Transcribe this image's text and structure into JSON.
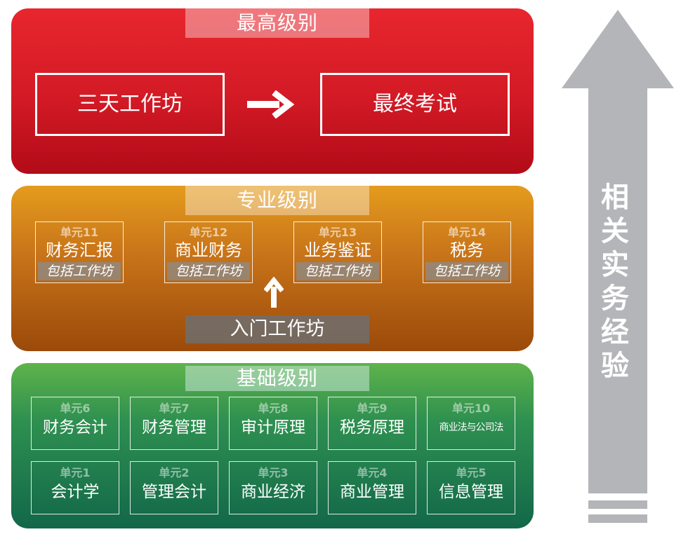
{
  "top": {
    "title": "最高级别",
    "workshop": "三天工作坊",
    "exam": "最终考试"
  },
  "mid": {
    "title": "专业级别",
    "modules": [
      {
        "unit": "单元11",
        "name": "财务汇报",
        "sub": "包括工作坊"
      },
      {
        "unit": "单元12",
        "name": "商业财务",
        "sub": "包括工作坊"
      },
      {
        "unit": "单元13",
        "name": "业务鉴证",
        "sub": "包括工作坊"
      },
      {
        "unit": "单元14",
        "name": "税务",
        "sub": "包括工作坊"
      }
    ],
    "entry": "入门工作坊"
  },
  "base": {
    "title": "基础级别",
    "row1": [
      {
        "unit": "单元6",
        "name": "财务会计"
      },
      {
        "unit": "单元7",
        "name": "财务管理"
      },
      {
        "unit": "单元8",
        "name": "审计原理"
      },
      {
        "unit": "单元9",
        "name": "税务原理"
      },
      {
        "unit": "单元10",
        "name": "商业法与公司法"
      }
    ],
    "row2": [
      {
        "unit": "单元1",
        "name": "会计学"
      },
      {
        "unit": "单元2",
        "name": "管理会计"
      },
      {
        "unit": "单元3",
        "name": "商业经济"
      },
      {
        "unit": "单元4",
        "name": "商业管理"
      },
      {
        "unit": "单元5",
        "name": "信息管理"
      }
    ]
  },
  "side": {
    "chars": [
      "相",
      "关",
      "实",
      "务",
      "经",
      "验"
    ]
  },
  "colors": {
    "top": "#d21a25",
    "mid": "#c9751a",
    "base": "#1f7d4f",
    "arrow": "#b4b5b8"
  }
}
